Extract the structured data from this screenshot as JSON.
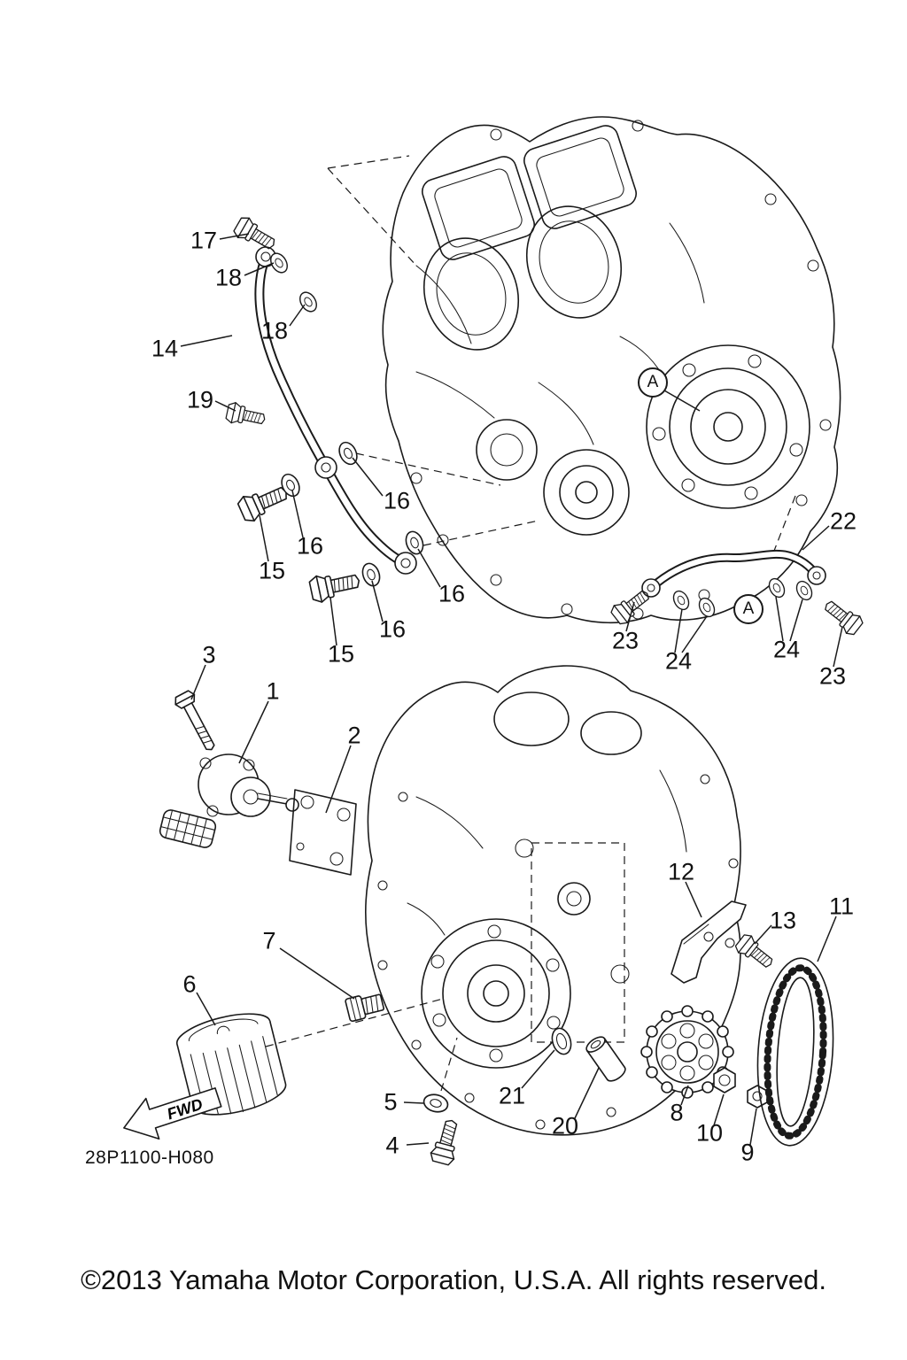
{
  "page": {
    "copyright": "©2013 Yamaha Motor Corporation, U.S.A. All rights reserved.",
    "diagram_code": "28P1100-H080",
    "fwd_label": "FWD"
  },
  "markers": [
    {
      "label": "A"
    },
    {
      "label": "A"
    }
  ],
  "callouts": [
    {
      "label": "17"
    },
    {
      "label": "18"
    },
    {
      "label": "18"
    },
    {
      "label": "14"
    },
    {
      "label": "19"
    },
    {
      "label": "16"
    },
    {
      "label": "16"
    },
    {
      "label": "15"
    },
    {
      "label": "16"
    },
    {
      "label": "16"
    },
    {
      "label": "15"
    },
    {
      "label": "3"
    },
    {
      "label": "1"
    },
    {
      "label": "2"
    },
    {
      "label": "22"
    },
    {
      "label": "23"
    },
    {
      "label": "24"
    },
    {
      "label": "24"
    },
    {
      "label": "23"
    },
    {
      "label": "12"
    },
    {
      "label": "13"
    },
    {
      "label": "11"
    },
    {
      "label": "7"
    },
    {
      "label": "6"
    },
    {
      "label": "5"
    },
    {
      "label": "4"
    },
    {
      "label": "21"
    },
    {
      "label": "20"
    },
    {
      "label": "8"
    },
    {
      "label": "10"
    },
    {
      "label": "9"
    }
  ]
}
